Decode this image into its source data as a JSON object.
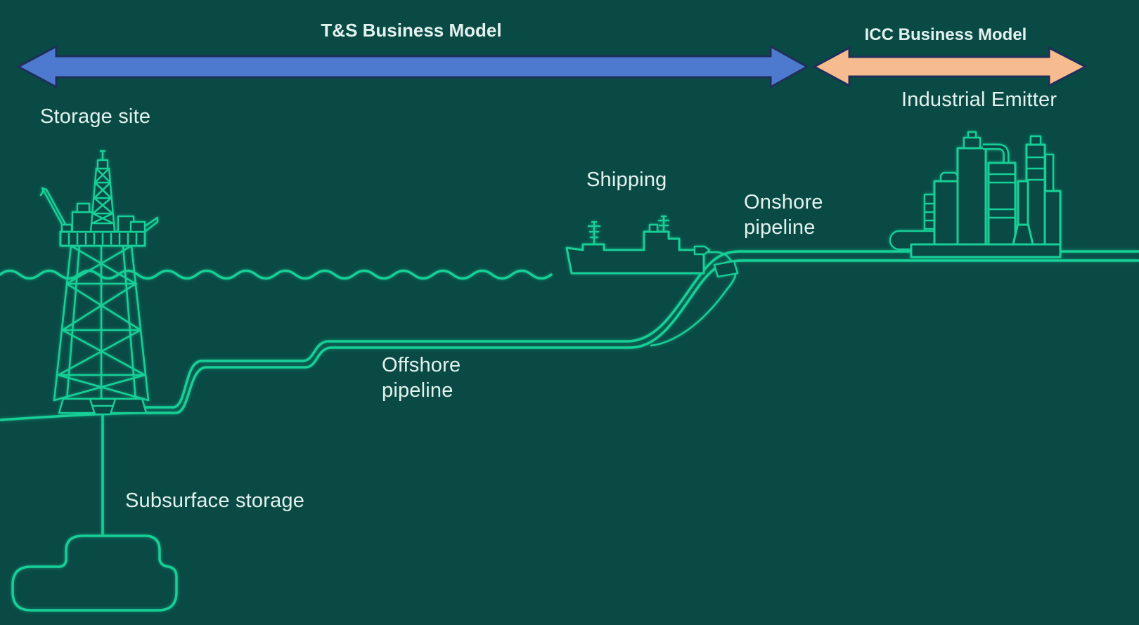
{
  "colors": {
    "background": "#0a4a45",
    "line": "#17cf97",
    "label": "#e3f2ee",
    "ts_arrow_fill": "#4d7ace",
    "icc_arrow_fill": "#f6bb8e",
    "arrow_border": "#1e3058"
  },
  "arrows": {
    "ts_label": "T&S Business Model",
    "icc_label": "ICC Business Model"
  },
  "labels": {
    "storage_site": "Storage site",
    "shipping": "Shipping",
    "onshore_pipeline": "Onshore\npipeline",
    "industrial_emitter": "Industrial Emitter",
    "offshore_pipeline": "Offshore\npipeline",
    "subsurface_storage": "Subsurface storage"
  },
  "icons": {
    "oil_platform": "oil-platform-icon",
    "ship": "ship-icon",
    "industrial_plant": "industrial-plant-icon",
    "offshore_pipeline": "offshore-pipeline-icon",
    "onshore_pipeline": "onshore-pipeline-icon",
    "sea_wave": "sea-wave-icon",
    "subsurface_reservoir": "subsurface-reservoir-icon",
    "well": "well-icon"
  }
}
